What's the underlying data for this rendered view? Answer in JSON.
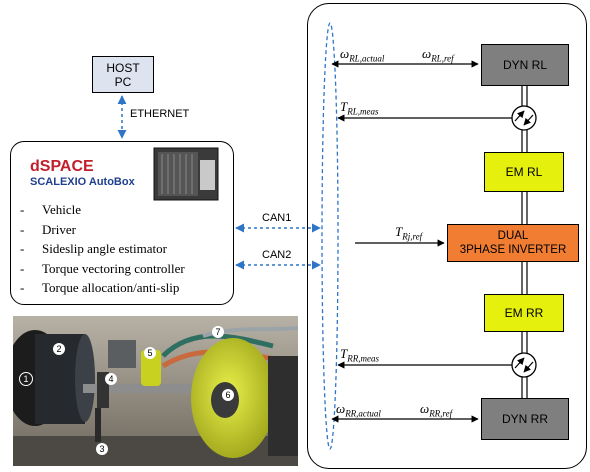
{
  "host": {
    "line1": "HOST",
    "line2": "PC"
  },
  "ethernet_label": "ETHERNET",
  "dspace": {
    "brand": "dSPACE",
    "product": "SCALEXIO AutoBox",
    "functions": [
      "Vehicle",
      "Driver",
      "Sideslip angle estimator",
      "Torque vectoring controller",
      "Torque allocation/anti-slip"
    ]
  },
  "can": {
    "can1": "CAN1",
    "can2": "CAN2"
  },
  "blocks": {
    "dyn_rl": "DYN RL",
    "em_rl": "EM RL",
    "inverter_line1": "DUAL",
    "inverter_line2": "3PHASE INVERTER",
    "em_rr": "EM RR",
    "dyn_rr": "DYN RR"
  },
  "signals": {
    "omega_rl_actual": {
      "sym": "ω",
      "sub": "RL,actual"
    },
    "omega_rl_ref": {
      "sym": "ω",
      "sub": "RL,ref"
    },
    "t_rl_meas": {
      "sym": "T",
      "sub": "RL,meas"
    },
    "t_rj_ref": {
      "sym": "T",
      "sub": "Rj,ref"
    },
    "t_rr_meas": {
      "sym": "T",
      "sub": "RR,meas"
    },
    "omega_rr_actual": {
      "sym": "ω",
      "sub": "RR,actual"
    },
    "omega_rr_ref": {
      "sym": "ω",
      "sub": "RR,ref"
    }
  },
  "photo_markers": [
    "1",
    "2",
    "3",
    "4",
    "5",
    "6",
    "7"
  ],
  "colors": {
    "dyn": "#7f7f7f",
    "em": "#e5f10c",
    "inverter": "#f07d32",
    "link": "#2e75c8",
    "brand_red": "#c21f2c",
    "brand_blue": "#1f3f8f"
  }
}
